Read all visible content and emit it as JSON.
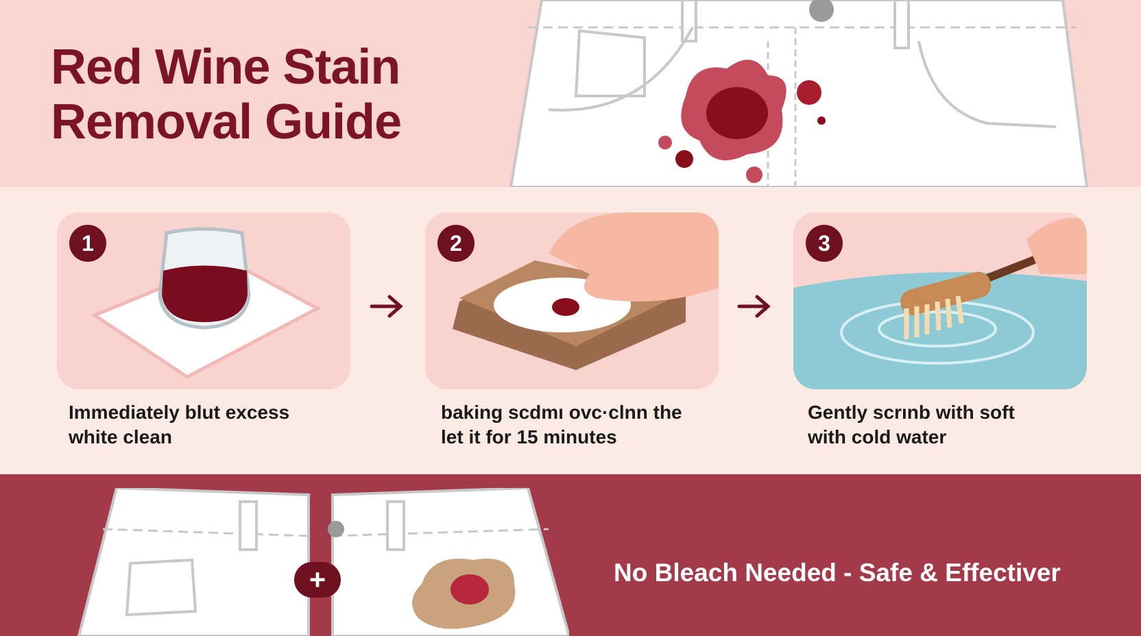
{
  "header": {
    "title_line1": "Red Wine Stain",
    "title_line2": "Removal Guide"
  },
  "steps": [
    {
      "number": "1",
      "line1": "Immediately blut excess",
      "line2": "white clean"
    },
    {
      "number": "2",
      "line1": "baking scdmı ovc·clnn the",
      "line2": "let it for 15 minutes"
    },
    {
      "number": "3",
      "line1": "Gently scrınb with soft",
      "line2": "with cold water"
    }
  ],
  "footer": {
    "tagline": "No Bleach Needed - Safe & Effectiver",
    "plus_symbol": "+"
  },
  "colors": {
    "brand": "#7a1426",
    "footer_bg": "#a23a4a",
    "top_bg": "#f9d6d2",
    "mid_bg": "#fcebe5",
    "water": "#8ecad6"
  }
}
